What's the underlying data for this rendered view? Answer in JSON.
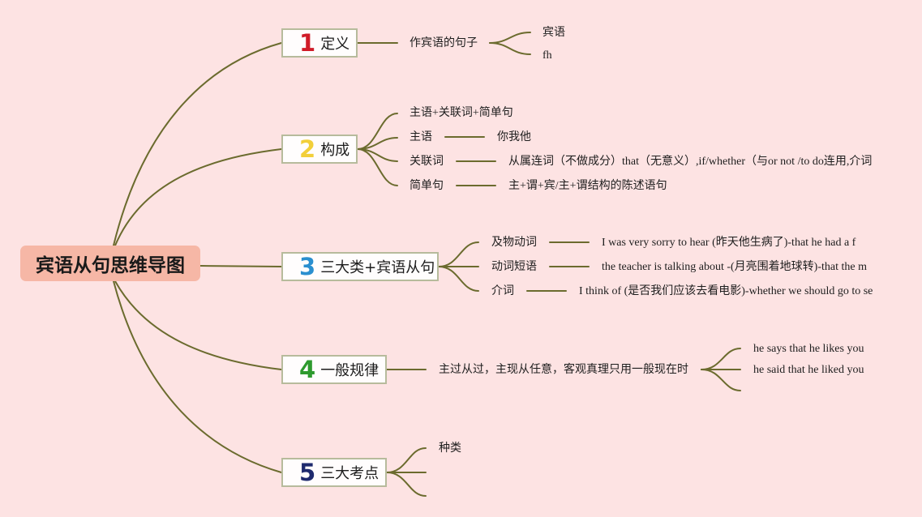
{
  "root": {
    "title": "宾语从句思维导图"
  },
  "branches": [
    {
      "number": "1",
      "label": "定义",
      "number_color": "#d01b28",
      "child": "作宾语的句子",
      "leaves": [
        "宾语",
        "fh"
      ]
    },
    {
      "number": "2",
      "label": "构成",
      "number_color": "#f2cf3a",
      "items": [
        {
          "label": "主语+关联词+简单句"
        },
        {
          "label": "主语",
          "detail": "你我他"
        },
        {
          "label": "关联词",
          "detail": "从属连词（不做成分）that（无意义）,if/whether（与or not /to do连用,介词"
        },
        {
          "label": "简单句",
          "detail": "主+谓+宾/主+谓结构的陈述语句"
        }
      ]
    },
    {
      "number": "3",
      "label": "三大类+宾语从句",
      "number_color": "#2a8fcf",
      "items": [
        {
          "label": "及物动词",
          "detail": "I was very sorry to hear (昨天他生病了)-that he had a f"
        },
        {
          "label": "动词短语",
          "detail": "the teacher is talking about -(月亮围着地球转)-that the m"
        },
        {
          "label": "介词",
          "detail": "I think of (是否我们应该去看电影)-whether we should go to se"
        }
      ]
    },
    {
      "number": "4",
      "label": "一般规律",
      "number_color": "#2e9a2e",
      "child": "主过从过，主现从任意，客观真理只用一般现在时",
      "leaves": [
        "he says that he likes you",
        "he said that he liked you"
      ]
    },
    {
      "number": "5",
      "label": "三大考点",
      "number_color": "#1e2a6e",
      "leaves": [
        "种类"
      ]
    }
  ],
  "colors": {
    "background": "#fde3e3",
    "line": "#6b6b2e",
    "root_fill": "#f6b7a6",
    "box_border": "#b7bb9c"
  }
}
